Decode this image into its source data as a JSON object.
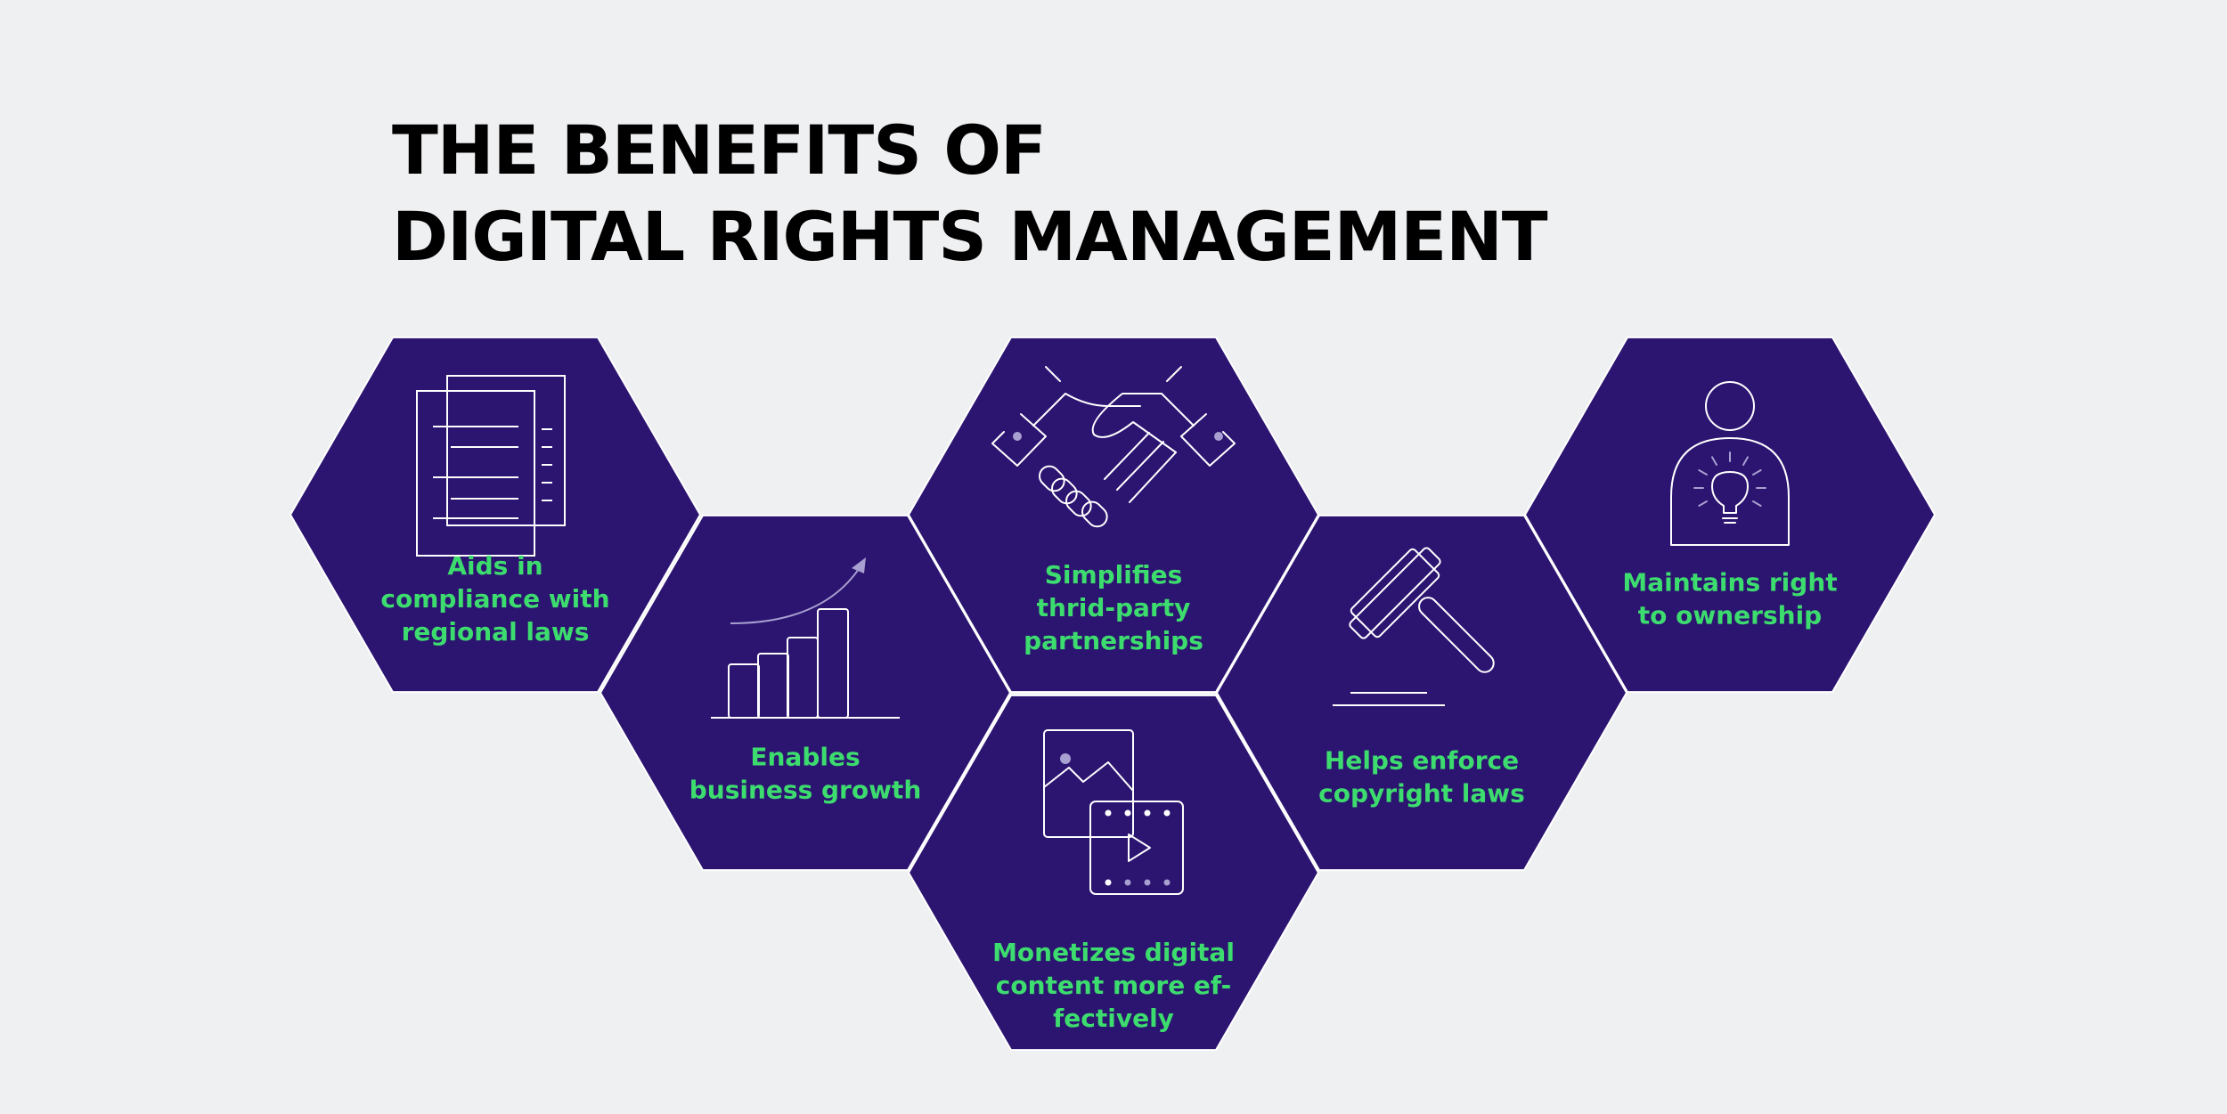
{
  "title": {
    "line1": "THE BENEFITS OF",
    "line2": "DIGITAL RIGHTS MANAGEMENT"
  },
  "colors": {
    "background": "#eff0f2",
    "hexagon": "#2c1471",
    "hexagon_outline": "#ffffff",
    "label": "#3ddc6e",
    "icon_stroke": "#ffffff",
    "icon_accent": "#a7a0d0"
  },
  "benefits": [
    {
      "icon": "documents-icon",
      "lines": [
        "Aids in",
        "compliance with",
        "regional laws"
      ]
    },
    {
      "icon": "growth-chart-icon",
      "lines": [
        "Enables",
        "business growth"
      ]
    },
    {
      "icon": "handshake-icon",
      "lines": [
        "Simplifies",
        "thrid-party",
        "partnerships"
      ]
    },
    {
      "icon": "media-icon",
      "lines": [
        "Monetizes digital",
        "content more ef-",
        "fectively"
      ]
    },
    {
      "icon": "gavel-icon",
      "lines": [
        "Helps enforce",
        "copyright laws"
      ]
    },
    {
      "icon": "person-idea-icon",
      "lines": [
        "Maintains right",
        "to ownership"
      ]
    }
  ]
}
